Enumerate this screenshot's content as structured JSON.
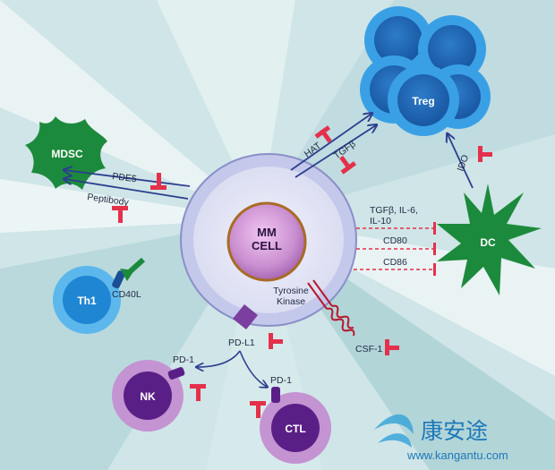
{
  "cells": {
    "mm": [
      "MM",
      "CELL"
    ],
    "treg": "Treg",
    "mdsc": "MDSC",
    "dc": "DC",
    "th1": "Th1",
    "nk": "NK",
    "ctl": "CTL"
  },
  "labels": {
    "hat": "HAT",
    "tgfb_treg": "TGFβ",
    "ido": "IDO",
    "pde5": "PDE5",
    "peptibody": "Peptibody",
    "dc_factor_1": "TGFβ, IL-6,",
    "dc_factor_2": "IL-10",
    "cd80": "CD80",
    "cd86": "CD86",
    "tyrosine": "Tyrosine",
    "kinase": "Kinase",
    "csf1": "CSF-1",
    "cd40l": "CD40L",
    "pdl1": "PD-L1",
    "pd1_nk": "PD-1",
    "pd1_ctl": "PD-1"
  },
  "watermark": {
    "chinese": "康安途",
    "url": "www.kangantu.com"
  },
  "colors": {
    "arrow": "#2c3e8f",
    "inhibitor": "#e4314b",
    "mdsc": "#1c8a3c",
    "dc": "#1c8a3c",
    "treg": "#2b8fd6",
    "th1": "#3a9de0",
    "nk_ctl": "#5a1f87",
    "mm_nucleus": "#c98fd0"
  }
}
